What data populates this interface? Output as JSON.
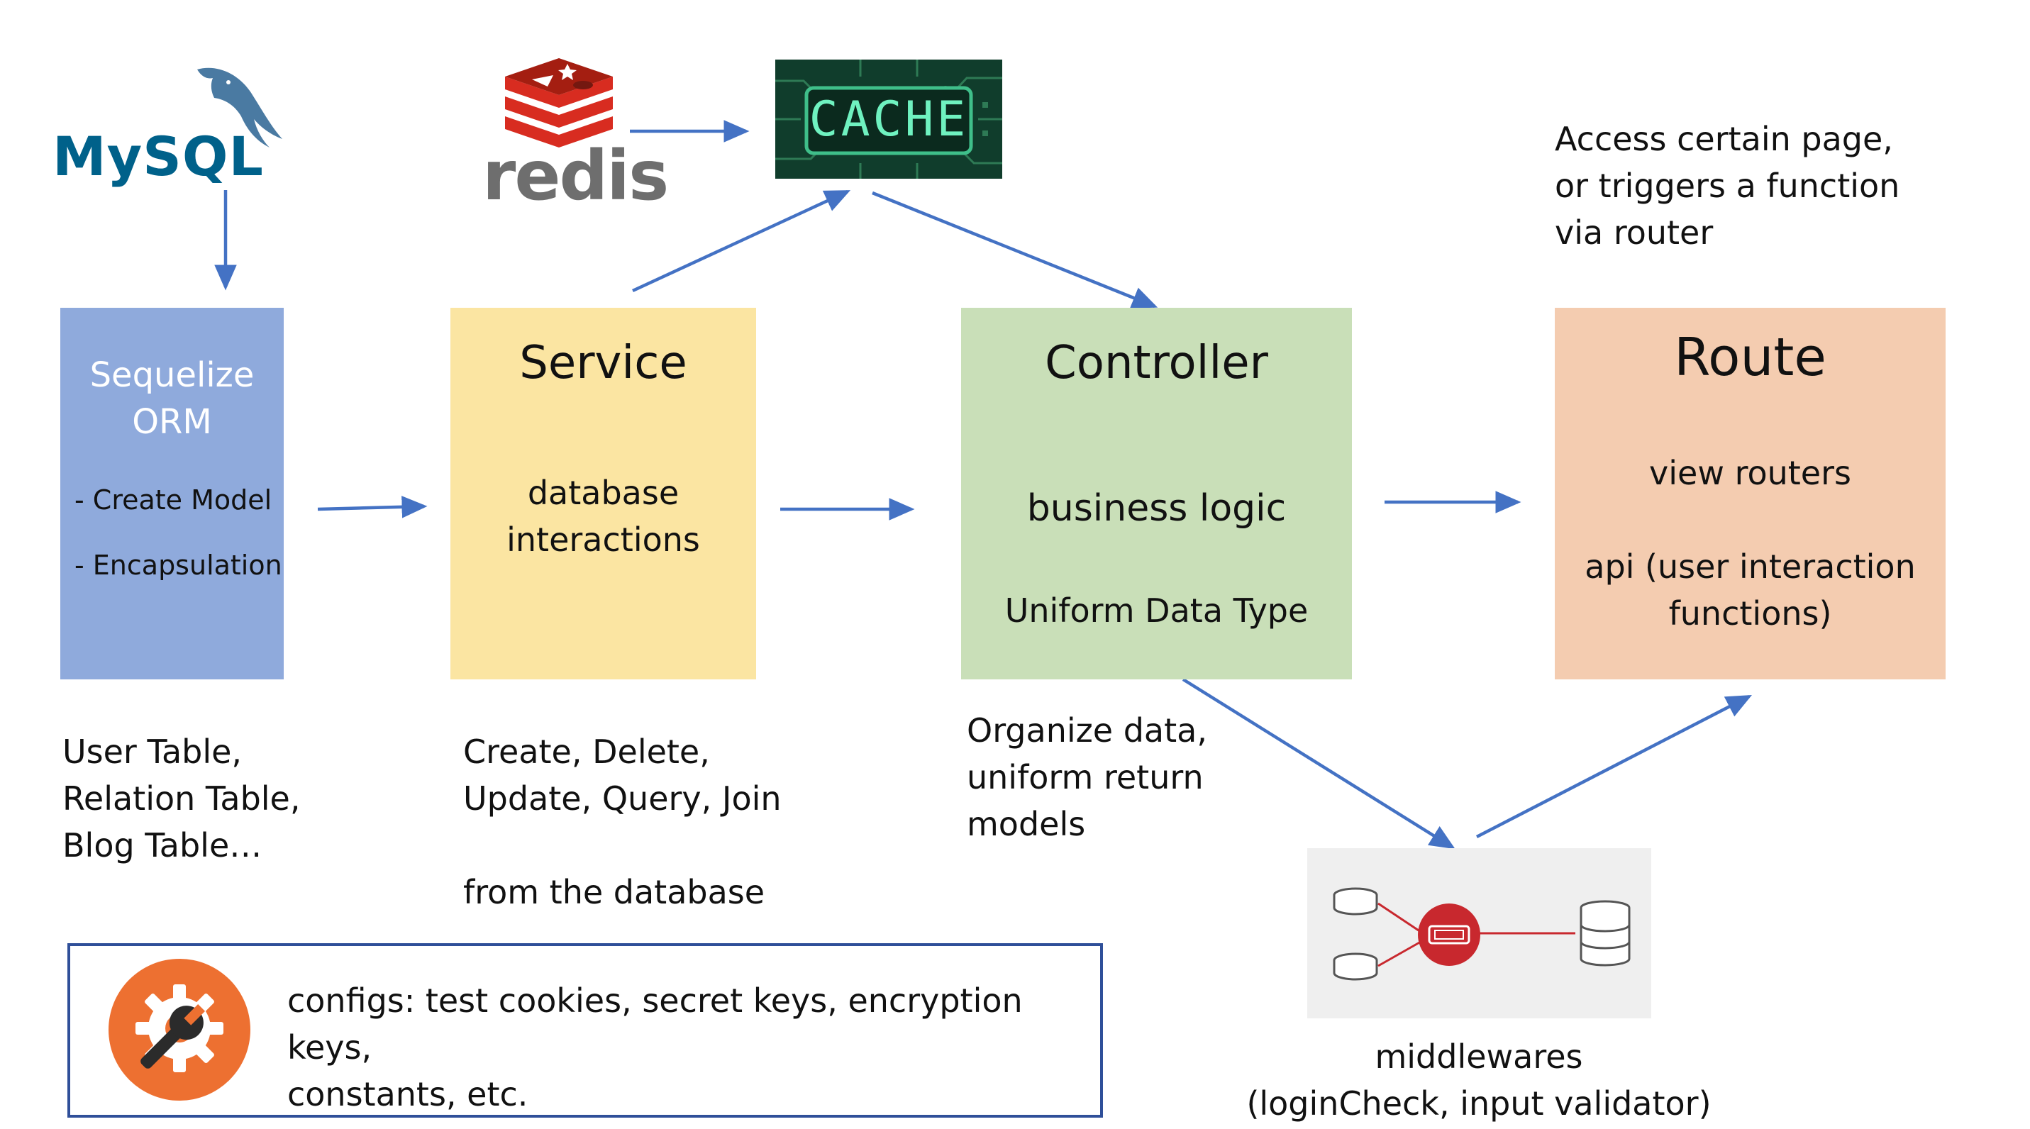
{
  "logos": {
    "mysql": "MySQL",
    "redis": "redis",
    "cache": "CACHE"
  },
  "icons": {
    "mysql": "mysql-dolphin-icon",
    "redis": "redis-stack-icon",
    "cache": "circuit-board-icon",
    "config": "gear-wrench-icon",
    "middleware": "network-hub-icon"
  },
  "colors": {
    "arrow": "#4472C4",
    "orm_box": "#8FAADC",
    "service_box": "#FBE5A2",
    "controller_box": "#C9DFB8",
    "route_box": "#F4CCB0",
    "config_border": "#2F4F99",
    "config_icon": "#ED7031",
    "middleware_bg": "#EFEFEF",
    "middleware_node": "#C8282E"
  },
  "orm": {
    "title": "Sequelize\nORM",
    "item1": "- Create Model",
    "item2": "- Encapsulation",
    "caption": "User Table,\nRelation Table,\nBlog Table…"
  },
  "service": {
    "title": "Service",
    "body": "database\ninteractions",
    "caption": "Create, Delete,\nUpdate, Query, Join\n\nfrom the database"
  },
  "controller": {
    "title": "Controller",
    "body": "business logic",
    "sub": "Uniform Data Type",
    "caption": "Organize data,\nuniform return\nmodels"
  },
  "route": {
    "title": "Route",
    "body1": "view routers",
    "body2": "api (user interaction\nfunctions)",
    "annotation": "Access certain page,\nor triggers a function\nvia router"
  },
  "config": {
    "text": "configs: test cookies, secret keys, encryption keys,\nconstants, etc."
  },
  "middleware": {
    "caption": "middlewares\n(loginCheck, input validator)"
  }
}
